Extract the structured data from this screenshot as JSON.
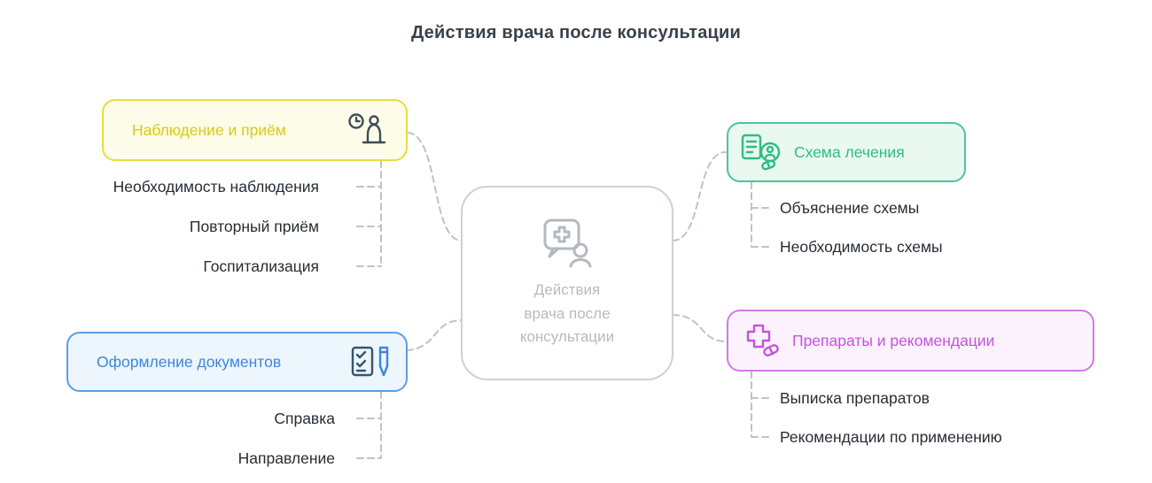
{
  "title": "Действия врача после консультации",
  "center": {
    "lines": [
      "Действия",
      "врача после",
      "консультации"
    ],
    "icon": "consultation-bubble-icon"
  },
  "branches": [
    {
      "label": "Наблюдение и приём",
      "icon": "clock-person-icon",
      "color": "#d9cb16",
      "border": "#e9dd3d",
      "background": "#fdfce8",
      "children": [
        "Необходимость наблюдения",
        "Повторный приём",
        "Госпитализация"
      ]
    },
    {
      "label": "Оформление документов",
      "icon": "document-pen-icon",
      "color": "#3e87d9",
      "border": "#5d9fe0",
      "background": "#edf5fd",
      "children": [
        "Справка",
        "Направление"
      ]
    },
    {
      "label": "Схема лечения",
      "icon": "treatment-scheme-icon",
      "color": "#2ebd80",
      "border": "#49c794",
      "background": "#e9f9f1",
      "children": [
        "Объяснение схемы",
        "Необходимость схемы"
      ]
    },
    {
      "label": "Препараты и рекомендации",
      "icon": "cross-pill-icon",
      "color": "#c653dc",
      "border": "#d279e6",
      "background": "#fbf2fd",
      "children": [
        "Выписка препаратов",
        "Рекомендации по применению"
      ]
    }
  ],
  "colors": {
    "connector": "#bdc3c8",
    "center_border": "#ccd1d5",
    "center_text": "#b5bbc1",
    "child_text": "#272d35",
    "title_text": "#39414b"
  }
}
